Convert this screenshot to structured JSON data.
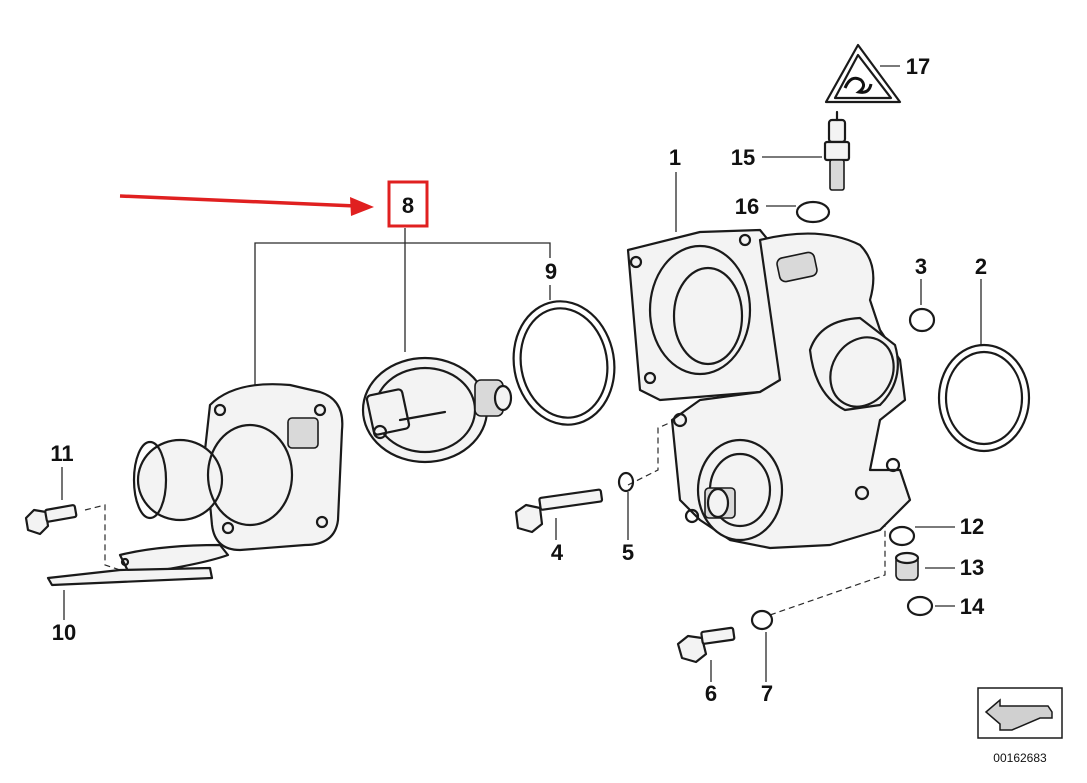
{
  "diagram": {
    "callouts": [
      {
        "id": "1",
        "label": "1"
      },
      {
        "id": "2",
        "label": "2"
      },
      {
        "id": "3",
        "label": "3"
      },
      {
        "id": "4",
        "label": "4"
      },
      {
        "id": "5",
        "label": "5"
      },
      {
        "id": "6",
        "label": "6"
      },
      {
        "id": "7",
        "label": "7"
      },
      {
        "id": "8",
        "label": "8",
        "highlighted": true
      },
      {
        "id": "9",
        "label": "9"
      },
      {
        "id": "10",
        "label": "10"
      },
      {
        "id": "11",
        "label": "11"
      },
      {
        "id": "12",
        "label": "12"
      },
      {
        "id": "13",
        "label": "13"
      },
      {
        "id": "14",
        "label": "14"
      },
      {
        "id": "15",
        "label": "15"
      },
      {
        "id": "16",
        "label": "16"
      },
      {
        "id": "17",
        "label": "17"
      }
    ],
    "catalog_number": "00162683",
    "highlight_color": "#e02020",
    "arrow_color": "#e02020"
  }
}
